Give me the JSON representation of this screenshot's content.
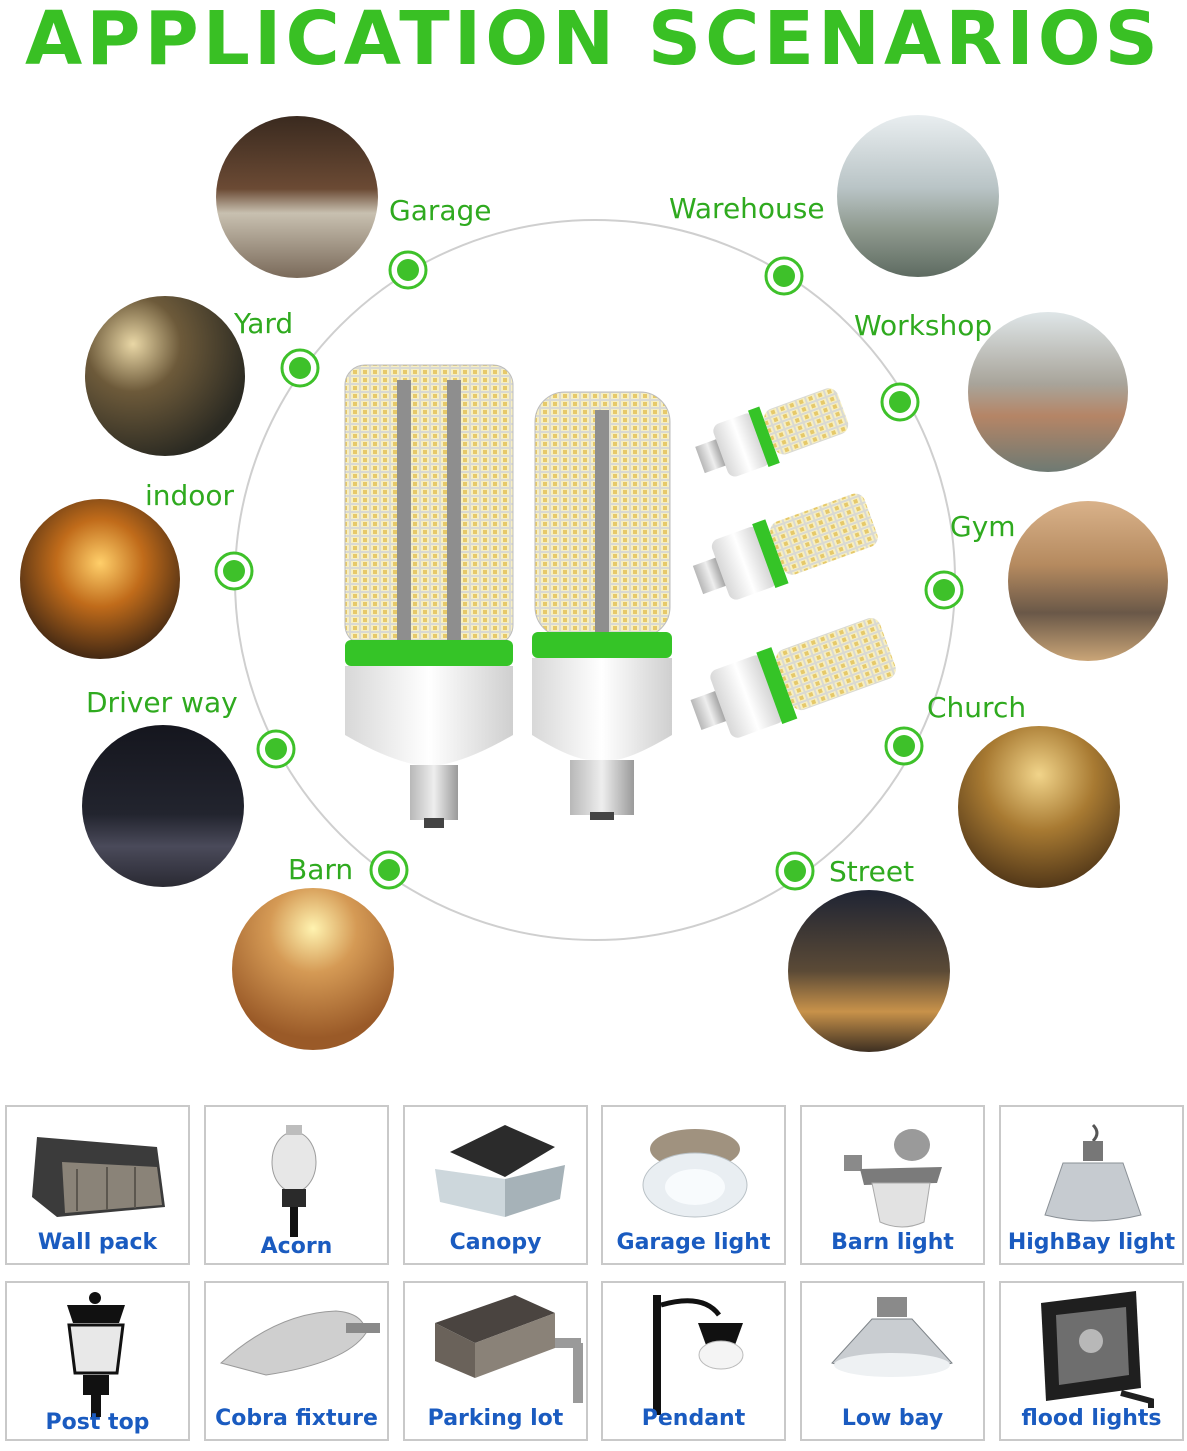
{
  "title": "APPLICATION  SCENARIOS",
  "brand_color": "#39c024",
  "label_color": "#1a5bc0",
  "scenarios": [
    {
      "label": "Garage"
    },
    {
      "label": "Warehouse"
    },
    {
      "label": "Yard"
    },
    {
      "label": "Workshop"
    },
    {
      "label": "indoor"
    },
    {
      "label": "Gym"
    },
    {
      "label": "Driver way"
    },
    {
      "label": "Church"
    },
    {
      "label": "Barn"
    },
    {
      "label": "Street"
    }
  ],
  "fixtures": [
    {
      "label": "Wall pack",
      "icon": "wall-pack-icon"
    },
    {
      "label": "Acorn",
      "icon": "acorn-light-icon"
    },
    {
      "label": "Canopy",
      "icon": "canopy-light-icon"
    },
    {
      "label": "Garage light",
      "icon": "garage-light-icon"
    },
    {
      "label": "Barn light",
      "icon": "barn-light-icon"
    },
    {
      "label": "HighBay light",
      "icon": "highbay-light-icon"
    },
    {
      "label": "Post top",
      "icon": "post-top-icon"
    },
    {
      "label": "Cobra fixture",
      "icon": "cobra-fixture-icon"
    },
    {
      "label": "Parking lot",
      "icon": "parking-lot-light-icon"
    },
    {
      "label": "Pendant",
      "icon": "pendant-light-icon"
    },
    {
      "label": "Low bay",
      "icon": "low-bay-light-icon"
    },
    {
      "label": "flood lights",
      "icon": "flood-light-icon"
    }
  ]
}
